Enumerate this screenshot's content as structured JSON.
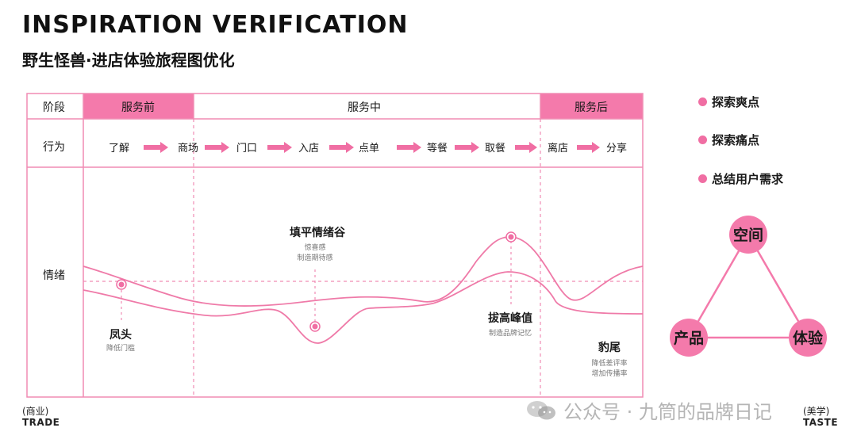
{
  "header": {
    "title": "INSPIRATION VERIFICATION",
    "subtitle": "野生怪兽·进店体验旅程图优化"
  },
  "journey": {
    "stage_header": "阶段",
    "stages": [
      {
        "label": "服务前",
        "highlight": true
      },
      {
        "label": "服务中",
        "highlight": false
      },
      {
        "label": "服务后",
        "highlight": true
      }
    ],
    "behavior_header": "行为",
    "behaviors": [
      "了解",
      "商场",
      "门口",
      "入店",
      "点单",
      "等餐",
      "取餐",
      "离店",
      "分享"
    ],
    "emotion_header": "情绪",
    "annotations": {
      "fengtou": {
        "title": "凤头",
        "lines": [
          "降低门槛"
        ]
      },
      "valley": {
        "title": "填平情绪谷",
        "lines": [
          "惊喜感",
          "制造期待感"
        ]
      },
      "peak": {
        "title": "拔高峰值",
        "lines": [
          "制造品牌记忆"
        ]
      },
      "baowei": {
        "title": "豹尾",
        "lines": [
          "降低差评率",
          "增加传播率"
        ]
      }
    }
  },
  "legend": [
    {
      "label": "探索爽点"
    },
    {
      "label": "探索痛点"
    },
    {
      "label": "总结用户需求"
    }
  ],
  "triangle": {
    "top": "空间",
    "left": "产品",
    "right": "体验"
  },
  "corners": {
    "left": {
      "cn": "(商业)",
      "en": "TRADE"
    },
    "right": {
      "cn": "(美学)",
      "en": "TASTE"
    }
  },
  "watermark": "公众号 · 九筒的品牌日记",
  "colors": {
    "accent": "#f06ea3",
    "accent_fill": "#f47aab",
    "line": "#ef7aa8",
    "grid": "#f08cb3",
    "text": "#1a1a1a",
    "muted": "#777777"
  }
}
